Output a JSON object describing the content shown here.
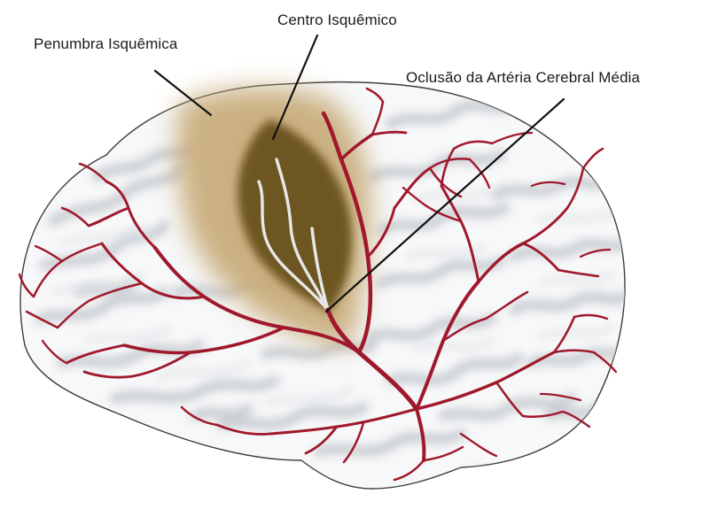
{
  "labels": {
    "penumbra": "Penumbra Isquêmica",
    "centro": "Centro Isquêmico",
    "oclusao": "Oclusão da Artéria Cerebral Média"
  },
  "colors": {
    "background": "#ffffff",
    "brain_fill": "#f7f8f9",
    "brain_outline": "#3c3c3c",
    "gyri_shadow": "#c9cdd2",
    "artery": "#a0182c",
    "penumbra": "#c8ab78",
    "core": "#6e5624",
    "core_vessels": "#e6e6e6",
    "leader_lines": "#111111"
  }
}
